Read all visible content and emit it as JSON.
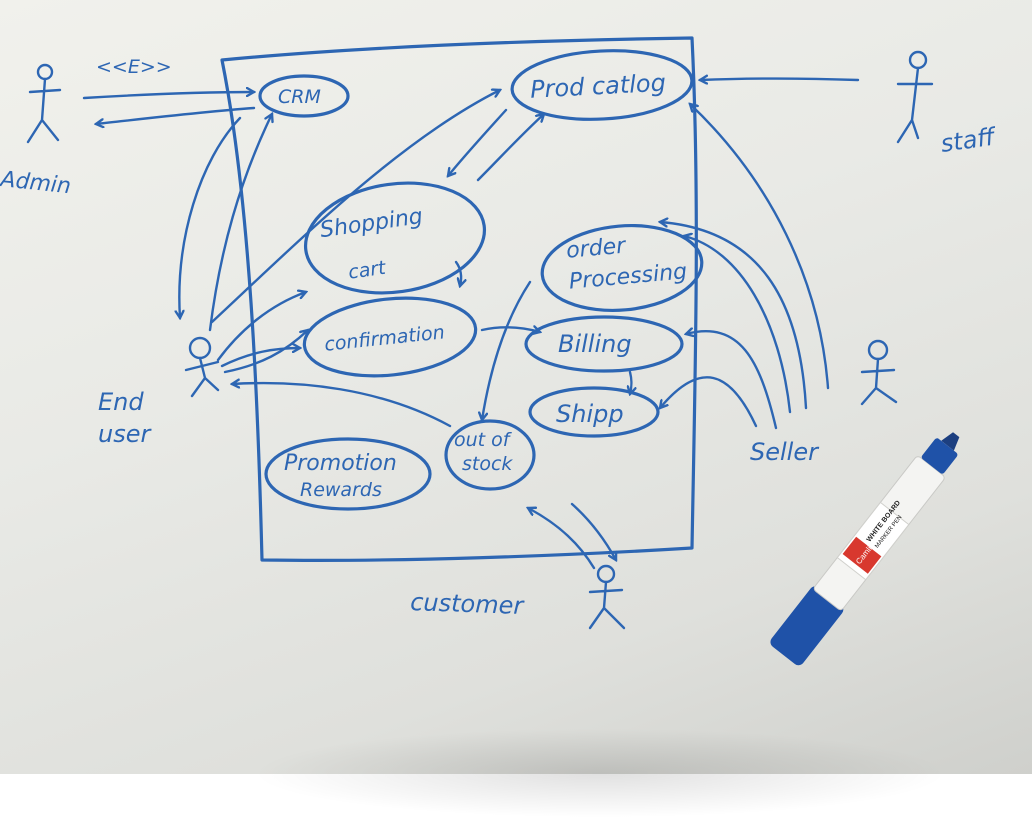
{
  "actors": {
    "admin": "Admin",
    "staff": "staff",
    "end_user_line1": "End",
    "end_user_line2": "user",
    "seller": "Seller",
    "customer": "customer"
  },
  "stereotype": "<<E>>",
  "use_cases": {
    "crm": "CRM",
    "prod_catalog": "Prod catlog",
    "shopping_cart_line1": "Shopping",
    "shopping_cart_line2": "cart",
    "confirmation": "confirmation",
    "order_processing_line1": "order",
    "order_processing_line2": "Processing",
    "billing": "Billing",
    "shipp": "Shipp",
    "out_of_stock_line1": "out of",
    "out_of_stock_line2": "stock",
    "promotion_line1": "Promotion",
    "promotion_line2": "Rewards"
  },
  "marker": {
    "brand": "Camlin",
    "label_line1": "WHITE BOARD",
    "label_line2": "MARKER PEN"
  },
  "colors": {
    "ink": "#2d66b3",
    "marker_body": "#f4f4f2",
    "marker_cap": "#1f52a8",
    "marker_label": "#d8382e"
  }
}
